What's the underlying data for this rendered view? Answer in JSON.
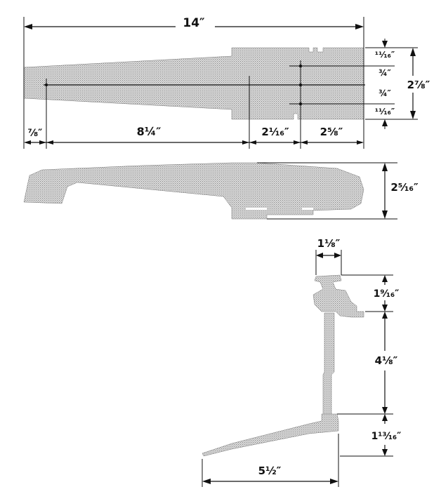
{
  "top_view": {
    "overall_length": "14″",
    "seg_1": "⅞″",
    "seg_2": "8¼″",
    "seg_3": "2¹⁄₁₆″",
    "seg_4": "2⅝″",
    "height_overall": "2⅞″",
    "height_1": "¹¹⁄₁₆″",
    "height_2": "¾″",
    "height_3": "¾″",
    "height_4": "¹¹⁄₁₆″"
  },
  "side_view": {
    "height": "2⁵⁄₁₆″"
  },
  "end_view": {
    "knob_width": "1⅛″",
    "knob_height": "1⁹⁄₁₆″",
    "shaft_height": "4⅛″",
    "base_height": "1¹³⁄₁₆″",
    "base_length": "5½″"
  }
}
